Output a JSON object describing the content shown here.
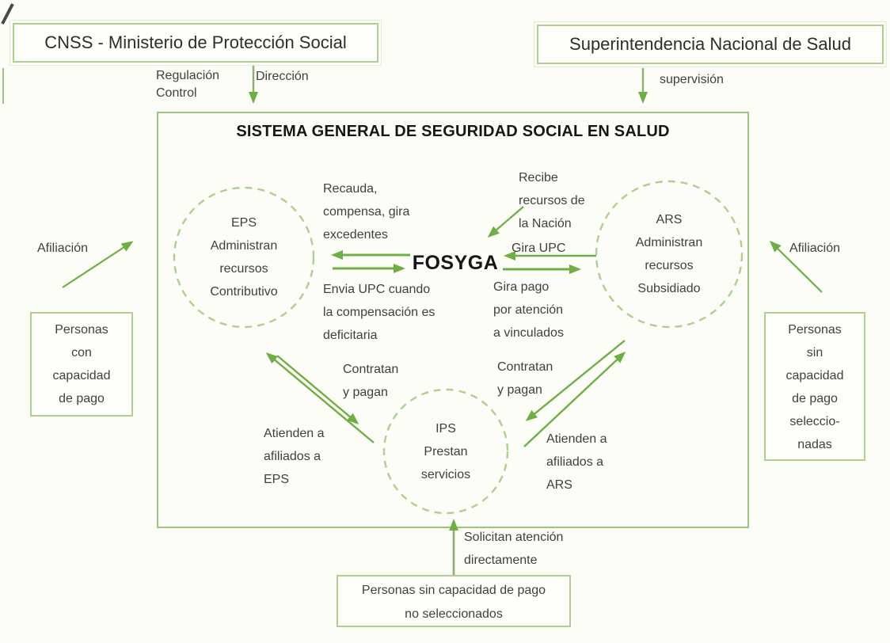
{
  "colors": {
    "arrow_green": "#6fae44",
    "circle_dash_green": "#aecf90",
    "box_border_green": "#9cc47c",
    "label_text": "#404040",
    "background": "#fcfdf6"
  },
  "top": {
    "cnss_box": "CNSS - Ministerio de Protección Social",
    "sns_box": "Superintendencia Nacional de Salud",
    "regulacion_control": [
      "Regulación",
      "Control"
    ],
    "direccion": "Dirección",
    "supervision": "supervisión"
  },
  "system": {
    "title": "SISTEMA GENERAL DE SEGURIDAD SOCIAL EN SALUD",
    "fosyga": "FOSYGA",
    "eps_circle": [
      "EPS",
      "Administran",
      "recursos",
      "Contributivo"
    ],
    "ars_circle": [
      "ARS",
      "Administran",
      "recursos",
      "Subsidiado"
    ],
    "ips_circle": [
      "IPS",
      "Prestan",
      "servicios"
    ]
  },
  "labels": {
    "recauda": [
      "Recauda,",
      "compensa, gira",
      "excedentes"
    ],
    "envia_upc": [
      "Envia UPC cuando",
      "la compensación es",
      "deficitaria"
    ],
    "recibe_recursos": [
      "Recibe",
      "recursos de",
      "la Nación"
    ],
    "gira_upc": "Gira UPC",
    "gira_pago": [
      "Gira pago",
      "por atención",
      "a vinculados"
    ],
    "contratan_izq": [
      "Contratan",
      "y pagan"
    ],
    "contratan_der": [
      "Contratan",
      "y pagan"
    ],
    "atienden_eps": [
      "Atienden a",
      "afiliados a",
      "EPS"
    ],
    "atienden_ars": [
      "Atienden a",
      "afiliados a",
      "ARS"
    ],
    "afiliacion_izq": "Afiliación",
    "afiliacion_der": "Afiliación",
    "solicitan": [
      "Solicitan atención",
      "directamente"
    ]
  },
  "people_boxes": {
    "con_capacidad": [
      "Personas",
      "con",
      "capacidad",
      "de pago"
    ],
    "sin_capacidad_seleccionadas": [
      "Personas",
      "sin",
      "capacidad",
      "de pago",
      "seleccio-",
      "nadas"
    ],
    "sin_capacidad_no_seleccionados": [
      "Personas sin capacidad de pago",
      "no seleccionados"
    ]
  }
}
